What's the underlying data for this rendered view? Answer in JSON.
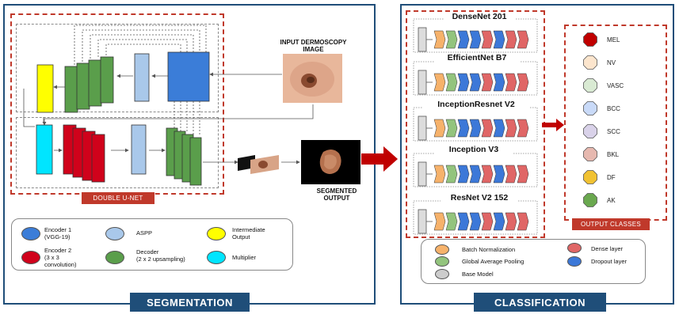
{
  "segmentation": {
    "panel_label": "SEGMENTATION",
    "double_unet_label": "DOUBLE U-NET",
    "input_title": "INPUT DERMOSCOPY\nIMAGE",
    "output_title": "SEGMENTED\nOUTPUT",
    "legend": [
      {
        "text": "Encoder 1\n(VGG-19)",
        "color": "#3b7dd8",
        "icon": "blue-ellipse"
      },
      {
        "text": "Encoder 2\n(3 x 3\nconvolution)",
        "color": "#d0021b",
        "icon": "red-ellipse"
      },
      {
        "text": "ASPP",
        "color": "#a9c8ea",
        "icon": "lightblue-ellipse"
      },
      {
        "text": "Decoder\n(2 x 2 upsampling)",
        "color": "#5a9e4b",
        "icon": "green-ellipse"
      },
      {
        "text": "Intermediate\nOutput",
        "color": "#ffff00",
        "icon": "yellow-ellipse"
      },
      {
        "text": "Multiplier",
        "color": "#00e5ff",
        "icon": "cyan-ellipse"
      }
    ]
  },
  "classification": {
    "panel_label": "CLASSIFICATION",
    "networks": [
      "DenseNet 201",
      "EfficientNet B7",
      "InceptionResnet V2",
      "Inception V3",
      "ResNet V2 152"
    ],
    "output_classes_label": "OUTPUT CLASSES",
    "classes": [
      {
        "name": "MEL",
        "color": "#c00000",
        "shape": "octagon"
      },
      {
        "name": "NV",
        "color": "#fce5cd",
        "shape": "octagon"
      },
      {
        "name": "VASC",
        "color": "#d9ead3",
        "shape": "octagon"
      },
      {
        "name": "BCC",
        "color": "#c9daf8",
        "shape": "octagon"
      },
      {
        "name": "SCC",
        "color": "#d9d2e9",
        "shape": "octagon"
      },
      {
        "name": "BKL",
        "color": "#e6b8af",
        "shape": "octagon"
      },
      {
        "name": "DF",
        "color": "#f1c232",
        "shape": "octagon"
      },
      {
        "name": "AK",
        "color": "#6aa84f",
        "shape": "octagon"
      }
    ],
    "legend": [
      {
        "text": "Batch Normalization",
        "color": "#f6b26b",
        "icon": "orange-ellipse"
      },
      {
        "text": "Global Average Pooling",
        "color": "#93c47d",
        "icon": "green-ellipse"
      },
      {
        "text": "Base Model",
        "color": "#cccccc",
        "icon": "grey-ellipse"
      },
      {
        "text": "Dense layer",
        "color": "#e06666",
        "icon": "red-ellipse"
      },
      {
        "text": "Dropout layer",
        "color": "#3c78d8",
        "icon": "blue-ellipse"
      }
    ]
  },
  "colors": {
    "panel_border": "#1f4e79",
    "dashed_red": "#c0392b",
    "flow_arrow": "#c00000"
  }
}
